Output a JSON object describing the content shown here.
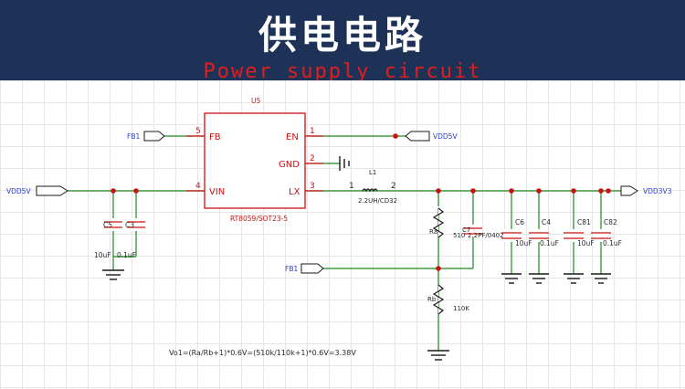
{
  "header": {
    "title": "供电电路",
    "subtitle": "Power supply circuit",
    "bg_color": "#1e3257",
    "subtitle_color": "#e01e1e"
  },
  "ic": {
    "ref": "U5",
    "part": "RT8059/SOT23-5",
    "pins": [
      {
        "num": "5",
        "name": "FB"
      },
      {
        "num": "4",
        "name": "VIN"
      },
      {
        "num": "1",
        "name": "EN"
      },
      {
        "num": "2",
        "name": "GND"
      },
      {
        "num": "3",
        "name": "LX"
      }
    ]
  },
  "nets": {
    "fb_top": "FB1",
    "fb_mid": "FB1",
    "vdd5v_in": "VDD5V",
    "vdd5v_en": "VDD5V",
    "vdd3v3_out": "VDD3V3"
  },
  "inductor": {
    "ref": "L1",
    "pin1": "1",
    "pin2": "2",
    "value": "2.2UH/CD32"
  },
  "components": {
    "c5": {
      "ref": "C5",
      "value": "10uF"
    },
    "c3": {
      "ref": "C3",
      "value": "0.1uF"
    },
    "ra": {
      "ref": "Ra",
      "value": "510K"
    },
    "c7": {
      "ref": "C7",
      "value": "2.2PF/0402"
    },
    "rb": {
      "ref": "Rb",
      "value": "110K"
    },
    "c6": {
      "ref": "C6",
      "value": "10uF"
    },
    "c4": {
      "ref": "C4",
      "value": "0.1uF"
    },
    "c81": {
      "ref": "C81",
      "value": "10uF"
    },
    "c82": {
      "ref": "C82",
      "value": "0.1uF"
    }
  },
  "formula": "Vo1=(Ra/Rb+1)*0.6V=(510k/110k+1)*0.6V=3.38V",
  "colors": {
    "wire": "#1e8a1e",
    "component": "#cc1111",
    "net_label": "#2b3bd8",
    "junction": "#cc1111"
  }
}
